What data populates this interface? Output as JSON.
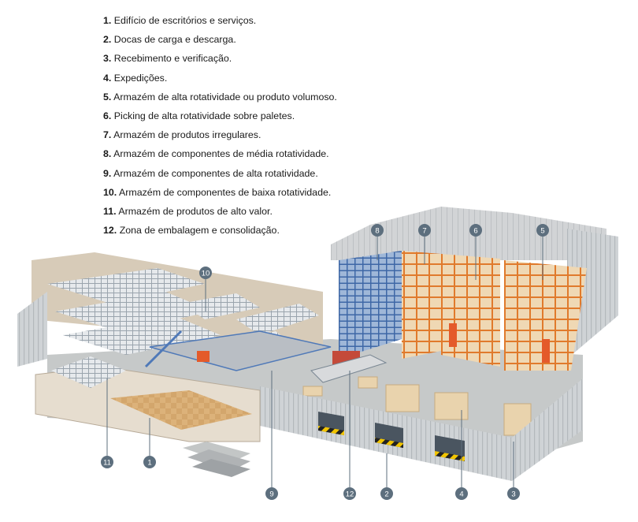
{
  "legend": [
    {
      "num": "1.",
      "text": "Edifício de escritórios e serviços."
    },
    {
      "num": "2.",
      "text": "Docas de carga e descarga."
    },
    {
      "num": "3.",
      "text": "Recebimento e verificação."
    },
    {
      "num": "4.",
      "text": "Expedições."
    },
    {
      "num": "5.",
      "text": "Armazém de alta rotatividade ou produto volumoso."
    },
    {
      "num": "6.",
      "text": "Picking de alta rotatividade sobre paletes."
    },
    {
      "num": "7.",
      "text": "Armazém de produtos irregulares."
    },
    {
      "num": "8.",
      "text": "Armazém de componentes de média rotatividade."
    },
    {
      "num": "9.",
      "text": "Armazém de componentes de alta rotatividade."
    },
    {
      "num": "10.",
      "text": "Armazém de componentes de baixa rotatividade."
    },
    {
      "num": "11.",
      "text": "Armazém de produtos de alto valor."
    },
    {
      "num": "12.",
      "text": "Zona de embalagem e consolidação."
    }
  ],
  "callouts": [
    "8",
    "7",
    "6",
    "5",
    "10",
    "11",
    "1",
    "9",
    "12",
    "2",
    "4",
    "3"
  ],
  "colors": {
    "callout_fill": "#5d6f7e",
    "rack_blue": "#4f79b8",
    "rack_orange": "#e07a2c",
    "wall_grey": "#c9cdd0",
    "floor_grey": "#c3c6c6",
    "office_floor": "#d9b27a",
    "box_tan": "#e9d3ad",
    "hazard_yellow": "#f2c500"
  }
}
